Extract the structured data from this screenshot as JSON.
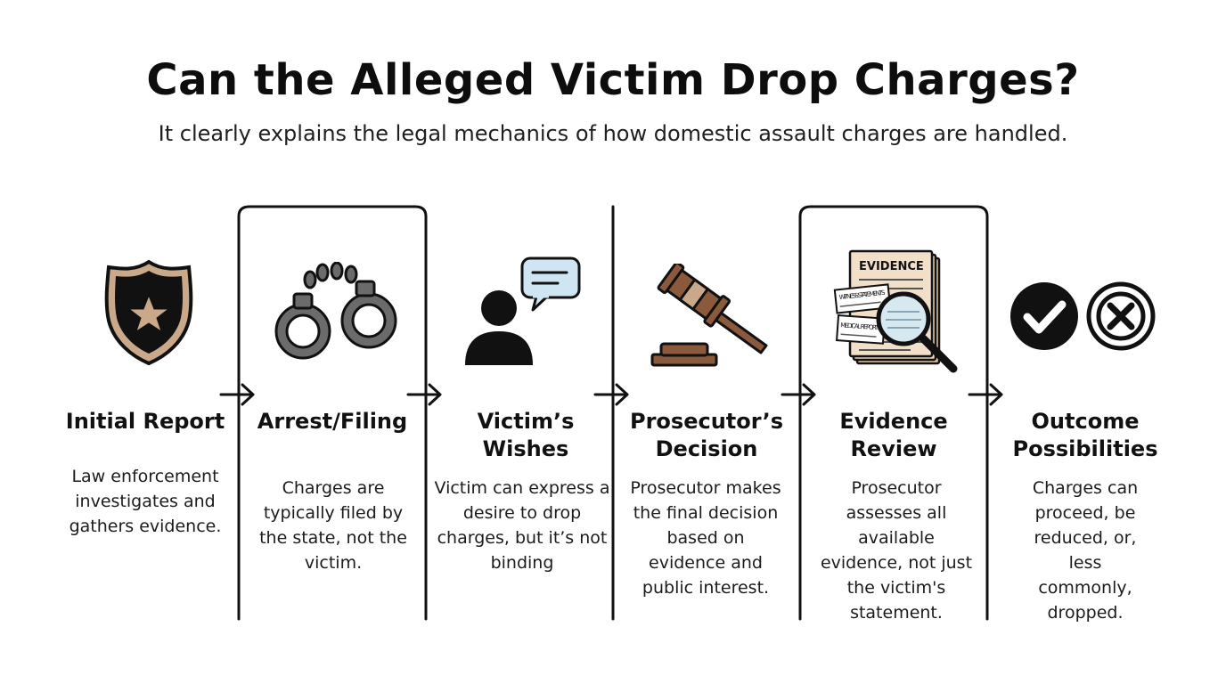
{
  "header": {
    "title": "Can the Alleged Victim Drop Charges?",
    "subtitle": "It clearly explains the legal mechanics of how domestic assault charges are handled."
  },
  "steps": [
    {
      "id": "initial-report",
      "title": "Initial Report",
      "description": "Law enforcement investigates and gathers evidence.",
      "icon": "police-badge-icon"
    },
    {
      "id": "arrest-filing",
      "title": "Arrest/Filing",
      "description": "Charges are typically filed by the state, not the victim.",
      "icon": "handcuffs-icon"
    },
    {
      "id": "victims-wishes",
      "title": "Victim’s Wishes",
      "description": "Victim can express a desire to drop charges, but it’s not binding",
      "icon": "person-speech-bubble-icon"
    },
    {
      "id": "prosecutors-decision",
      "title": "Prosecutor’s Decision",
      "description": "Prosecutor makes the final decision based on evidence and public interest.",
      "icon": "gavel-icon"
    },
    {
      "id": "evidence-review",
      "title": "Evidence Review",
      "description": "Prosecutor assesses all available evidence, not just the victim's statement.",
      "icon": "evidence-documents-magnifier-icon",
      "doc_labels": {
        "main": "EVIDENCE",
        "statements": "WITNESS STATEMENTS",
        "medical": "MEDICAL REPORTS"
      }
    },
    {
      "id": "outcome-possibilities",
      "title": "Outcome Possibilities",
      "description": "Charges can proceed, be reduced, or, less commonly, dropped.",
      "icon": "check-and-x-icon"
    }
  ],
  "colors": {
    "text": "#111111",
    "badge_tan": "#c9a98a",
    "handcuff_gray": "#6b6b6b",
    "bubble_blue": "#cfe6f2",
    "gavel_brown": "#8b5a3c",
    "paper_tan": "#e9d2b8",
    "lens_blue": "#d6e8f0"
  }
}
